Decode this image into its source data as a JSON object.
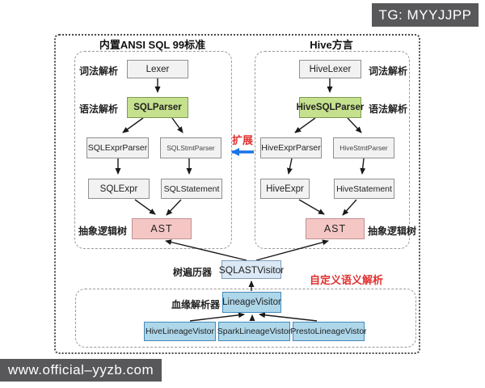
{
  "badges": {
    "telegram": "TG: MYYJJPP",
    "website": "www.official–yyzb.com"
  },
  "sections": {
    "sql": {
      "title": "内置ANSI SQL 99标准",
      "labels": {
        "lexical": "词法解析",
        "syntax": "语法解析",
        "ast": "抽象逻辑树"
      },
      "nodes": {
        "lexer": "Lexer",
        "parser": "SQLParser",
        "expr_parser": "SQLExprParser",
        "stmt_parser": "SQLStmtParser",
        "expr": "SQLExpr",
        "statement": "SQLStatement",
        "ast": "AST"
      }
    },
    "hive": {
      "title": "Hive方言",
      "labels": {
        "lexical": "词法解析",
        "syntax": "语法解析",
        "ast": "抽象逻辑树"
      },
      "nodes": {
        "lexer": "HiveLexer",
        "parser": "HiveSQLParser",
        "expr_parser": "HiveExprParser",
        "stmt_parser": "HiveStmtParser",
        "expr": "HiveExpr",
        "statement": "HiveStatement",
        "ast": "AST"
      }
    }
  },
  "middle": {
    "extend_label": "扩展",
    "tree_visitor_label": "树遍历器",
    "ast_visitor": "SQLASTVisitor",
    "custom_semantic_label": "自定义语义解析"
  },
  "lineage": {
    "label": "血缘解析器",
    "visitor": "LineageVisitor",
    "children": [
      "HiveLineageVistor",
      "SparkLineageVistor",
      "PrestoLineageVistor"
    ]
  },
  "colors": {
    "box_gray": "#f2f2f2",
    "box_green": "#c6e18e",
    "box_pink": "#f4c7c5",
    "box_lightblue": "#dbe8f5",
    "box_blue": "#aed7ea",
    "accent_red": "#e03030",
    "arrow_blue": "#1a73e8",
    "badge_bg": "#58585a"
  }
}
